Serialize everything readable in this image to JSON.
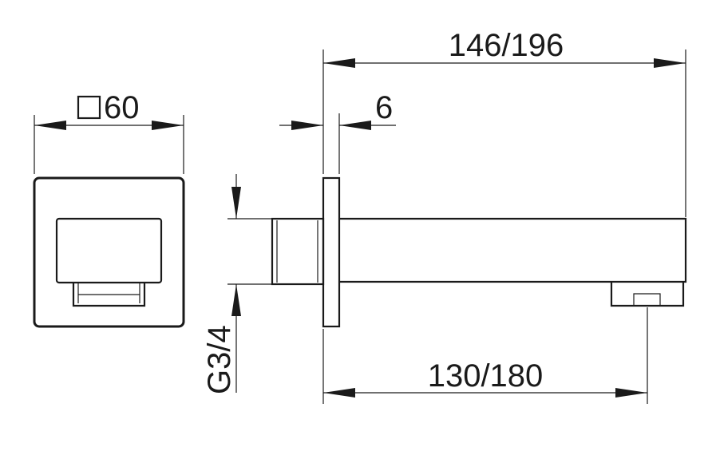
{
  "drawing": {
    "dimensions": {
      "square_size": "60",
      "flange_thickness": "6",
      "total_length": "146/196",
      "spout_length": "130/180",
      "thread": "G3/4"
    }
  }
}
